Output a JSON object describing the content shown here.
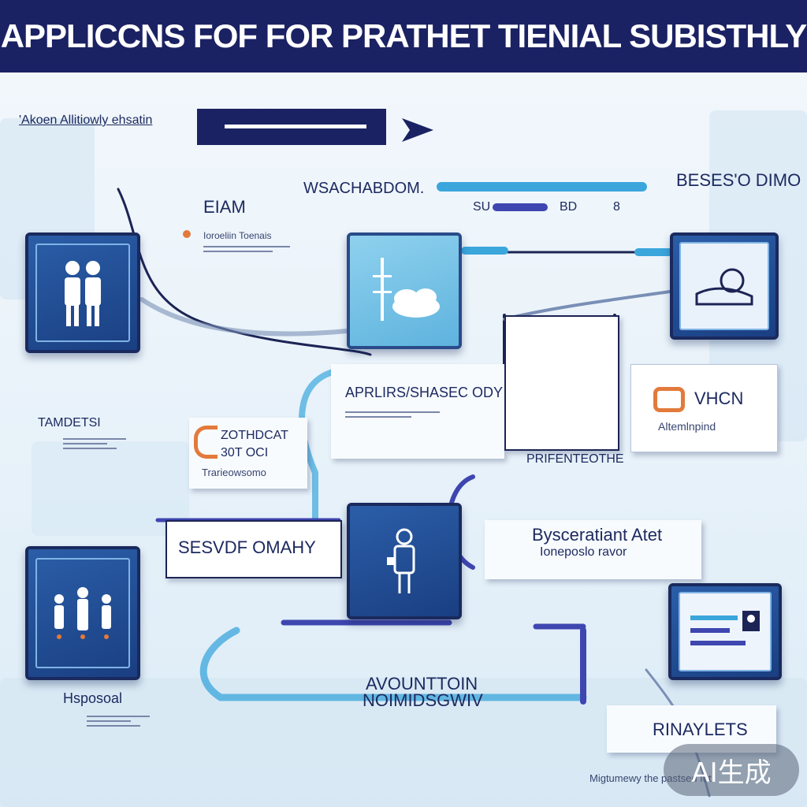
{
  "header": {
    "title": "APPLICCNS FOF FOR PRATHET TIENIAL SUBISTHLY"
  },
  "labels": {
    "top_left_caption": "'Akoen Allitiowly ehsatin",
    "top_center_strip": "WSACHABDOM.",
    "top_right_label": "BESES'O DIMO",
    "small_strip": "SU",
    "small_strip_b": "BD",
    "small_strip_c": "8",
    "left_heading": "EIAM",
    "left_sub": "Ioroeliin Toenais",
    "center_card_title": "APRLIRS/SHASEC ODY",
    "right_card_title": "VHCN",
    "right_card_sub": "Altemlnpind",
    "right_card_footer": "PRIFENTEOTHE",
    "left_mid_heading": "TAMDETSI",
    "left_mid_card_title": "ZOTHDCAT",
    "left_mid_card_sub": "30T OCI",
    "left_mid_card_sub2": "Trarieowsomo",
    "mid_left_card": "SESVDF OMAHY",
    "mid_right_title": "Bysceratiant Atet",
    "mid_right_sub": "Ioneposlo ravor",
    "bottom_center_a": "AVOUNTTOIN",
    "bottom_center_b": "NOIMIDSGWIV",
    "bottom_left_label": "Hsposoal",
    "bottom_right_label": "RINAYLETS",
    "bottom_footer": "Migtumewy the pastsed fut",
    "watermark": "AI生成"
  },
  "colors": {
    "navy": "#1b2263",
    "tile_blue": "#2b5ea8",
    "accent_cyan": "#3aa6dc",
    "accent_orange": "#e37a3b"
  },
  "icons": [
    "people-pair-icon",
    "cloud-chart-icon",
    "sleeping-person-icon",
    "person-icon",
    "group-people-icon",
    "dashboard-icon",
    "arrow-icon"
  ]
}
